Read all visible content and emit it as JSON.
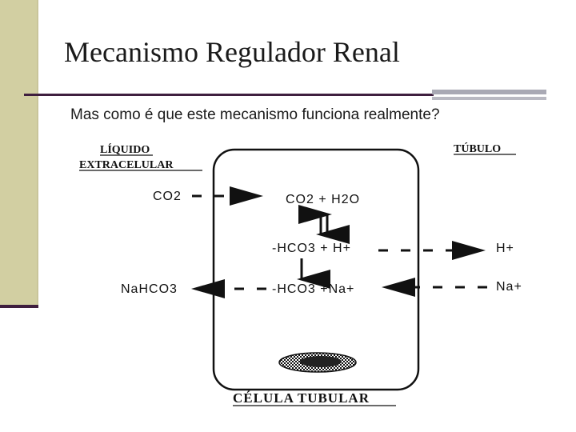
{
  "slide": {
    "title": "Mecanismo Regulador Renal",
    "subtitle": "Mas como é que este mecanismo funciona realmente?"
  },
  "diagram": {
    "label_extracellular_line1": "LÍQUIDO",
    "label_extracellular_line2": "EXTRACELULAR",
    "label_tubule": "TÚBULO",
    "label_cell": "CÉLULA TUBULAR",
    "co2_outside": "CO2",
    "co2_h2o": "CO2  +  H2O",
    "hco3_h": "-HCO3  +  H+",
    "hco3_na": "-HCO3  +Na+",
    "h_tubule": "H+",
    "na_tubule": "Na+",
    "nahco3": "NaHCO3"
  },
  "colors": {
    "sidebar": "#d2cfa2",
    "rule_dark": "#3f1f3f",
    "rule_gray": "#a9a9b4"
  }
}
